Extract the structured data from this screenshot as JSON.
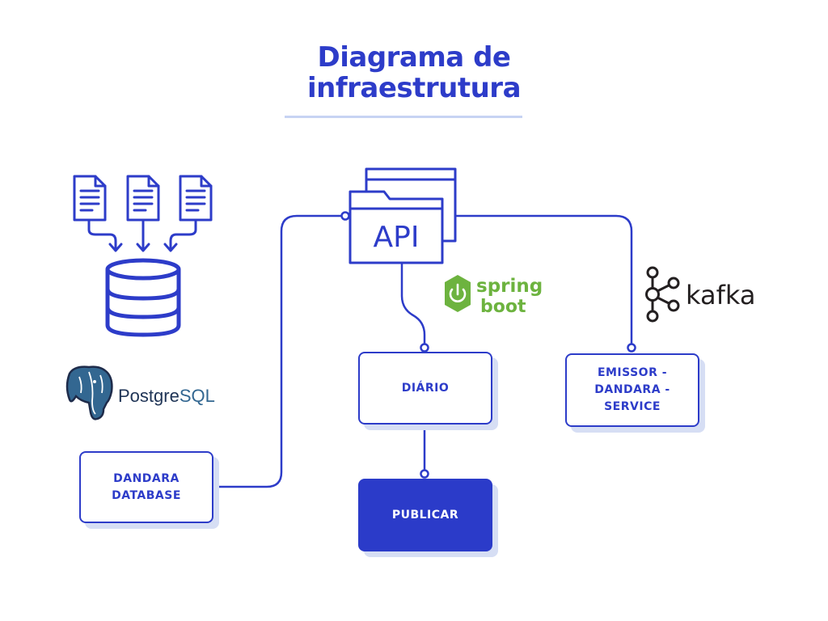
{
  "title": {
    "line1": "Diagrama de",
    "line2": "infraestrutura"
  },
  "nodes": {
    "api_label": "API",
    "diario": "DIÁRIO",
    "publicar": "PUBLICAR",
    "dandara_database": {
      "line1": "DANDARA",
      "line2": "DATABASE"
    },
    "emissor": {
      "line1": "EMISSOR -",
      "line2": "DANDARA -",
      "line3": "SERVICE"
    }
  },
  "logos": {
    "postgresql": {
      "name": "PostgreSQL",
      "text_part1": "Postgre",
      "text_part2": "SQL"
    },
    "spring_boot": {
      "line1": "spring",
      "line2": "boot"
    },
    "kafka": {
      "name": "kafka"
    }
  },
  "icons": [
    "document-icon",
    "document-icon",
    "document-icon",
    "database-icon",
    "folder-icon",
    "postgresql-logo",
    "spring-boot-logo",
    "kafka-logo"
  ],
  "colors": {
    "primary": "#2d3cc9",
    "shadow": "#d6def4",
    "rule": "#c7d3f3",
    "spring_green": "#6db33f",
    "postgres_blue": "#336791",
    "kafka_black": "#231f20"
  }
}
